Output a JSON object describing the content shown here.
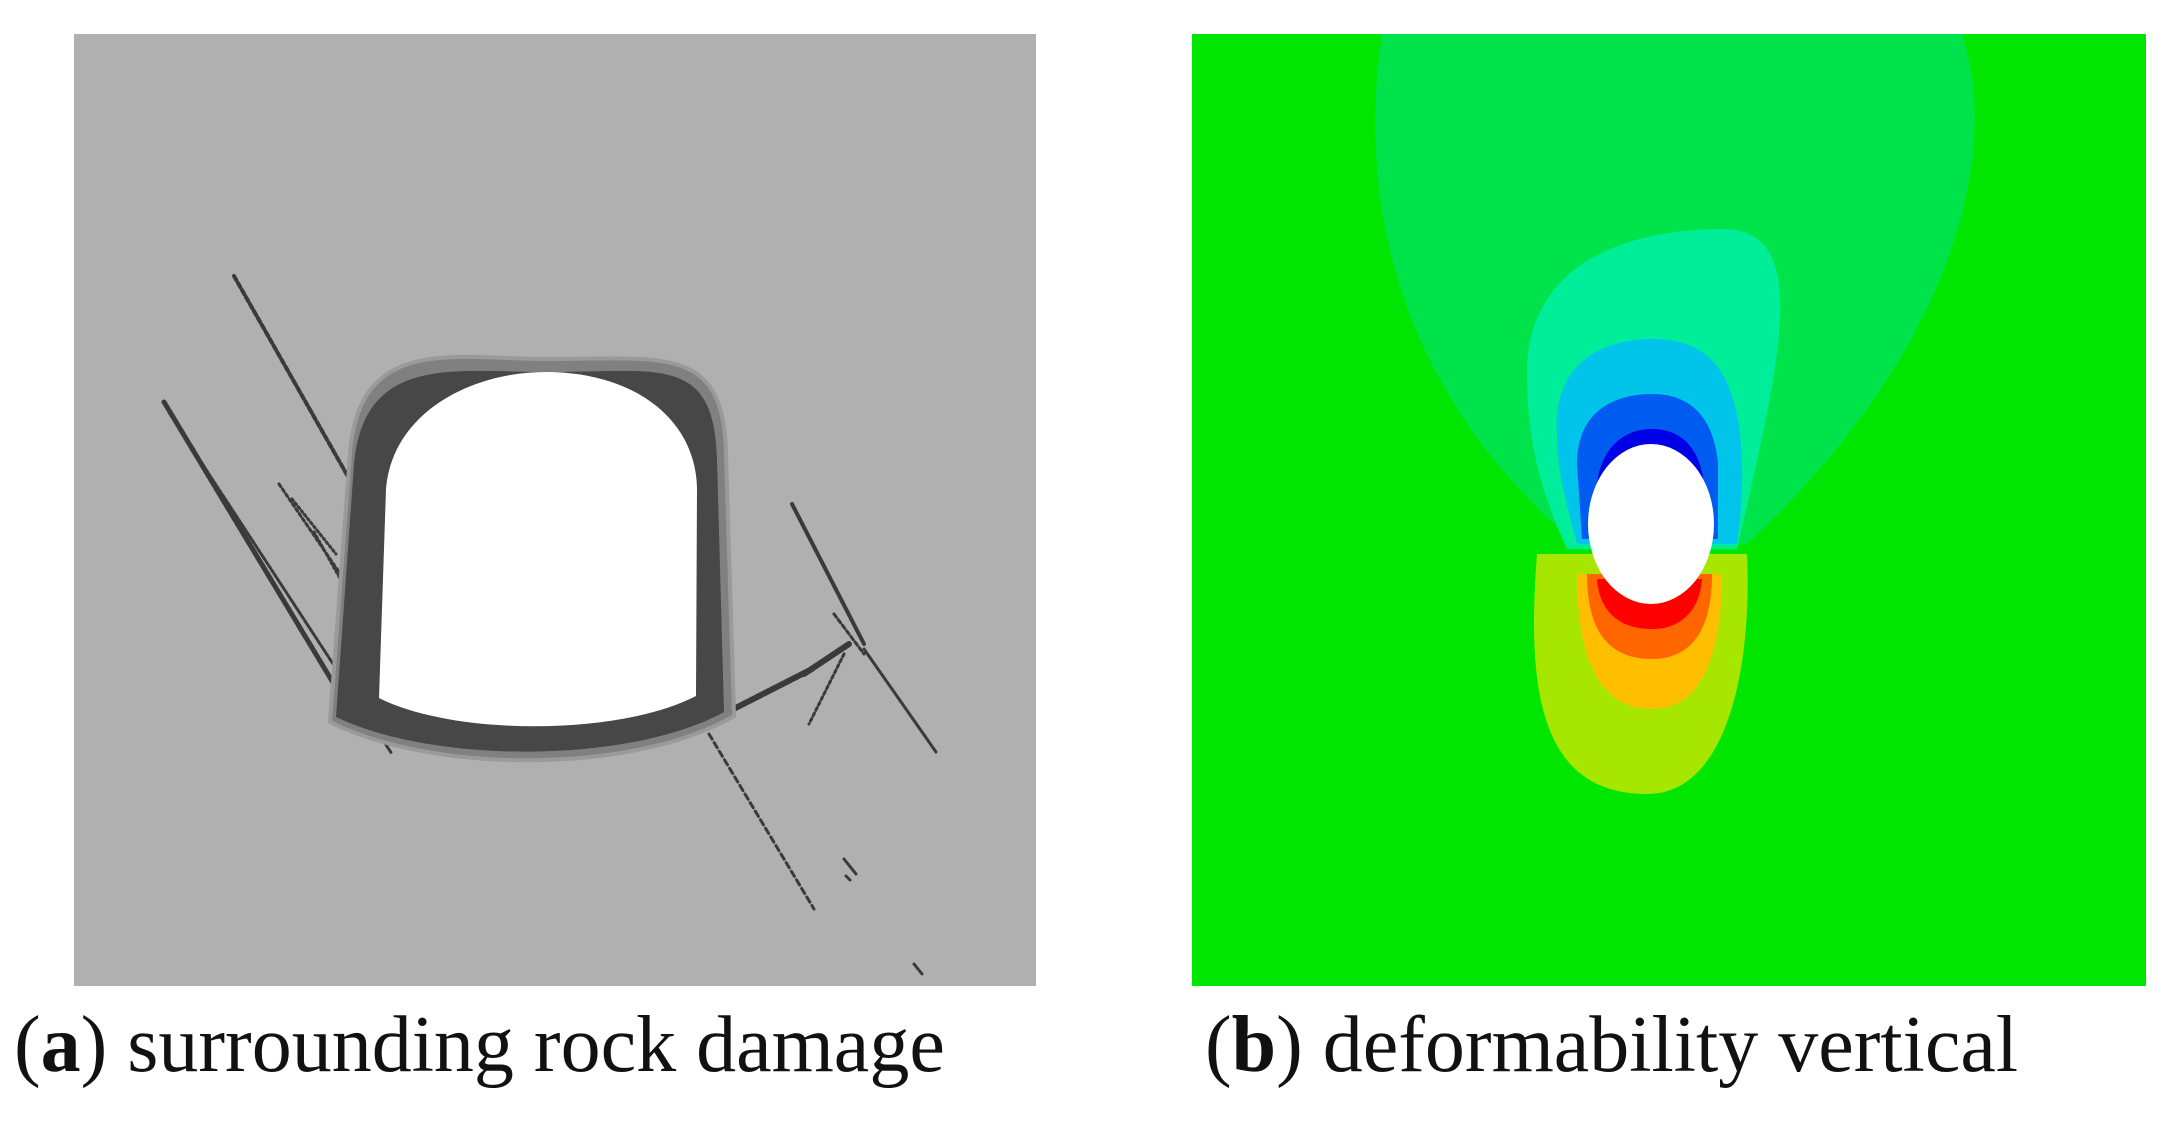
{
  "panels": [
    {
      "letter": "a",
      "caption": "surrounding rock damage",
      "background_color": "#b0b0b0",
      "lining_color": "#444444"
    },
    {
      "letter": "b",
      "caption": "deformability vertical",
      "background_color": "#00e600",
      "contour_colors": [
        "#00e34a",
        "#00ee99",
        "#00c4ea",
        "#005cf0",
        "#0000e6",
        "#a6e600",
        "#ffbf00",
        "#ff6600",
        "#ff0000"
      ]
    }
  ]
}
